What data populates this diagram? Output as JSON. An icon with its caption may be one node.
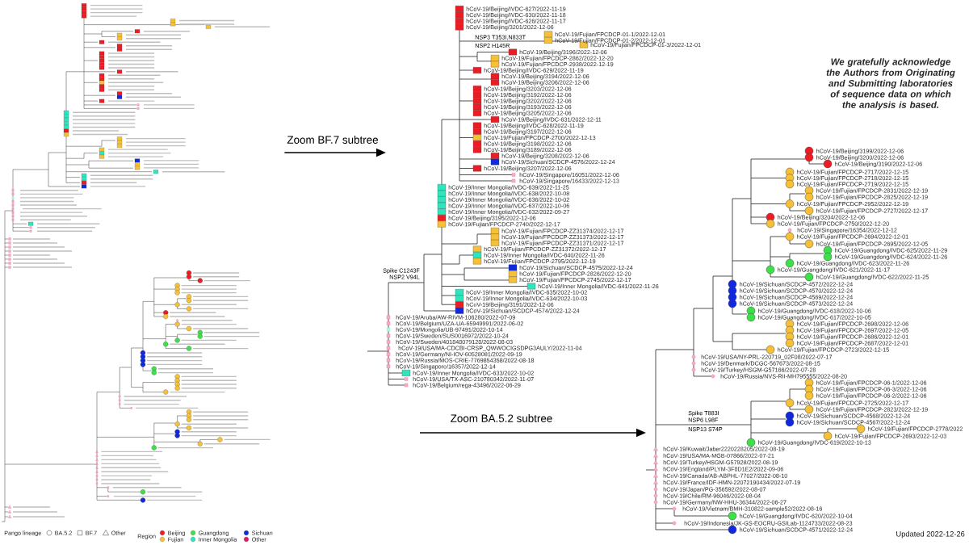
{
  "diagram": {
    "nodes": [
      {
        "text": [],
        "shape": "tree"
      },
      {
        "text": [],
        "shape": "tree"
      },
      {
        "text": [],
        "shape": "tree"
      }
    ],
    "edges": [
      {
        "from": 0,
        "to": 1,
        "arrow": "to",
        "label": "Zoom BF.7 subtree"
      },
      {
        "from": null,
        "to": 2,
        "arrow": "to",
        "label": "Zoom BA.5.2 subtree"
      }
    ],
    "labels": [
      "hCoV-19/Beijing/IVDC-627/2022-11-19",
      "hCoV-19/Beijing/IVDC-630/2022-11-18",
      "hCoV-19/Beijing/IVDC-626/2022-11-17",
      "hCoV-19/Beijing/3201/2022-12-06",
      "hCoV-19/Fujian/FPCDCP-01-1/2022-12-01",
      "NSP3 T353I,N833T",
      "hCoV-19/Fujian/FPCDCP-01-2/2022-12-01",
      "NSP2 H145R",
      "hCoV-19/Fujian/FPCDCP-01-3/2022-12-01",
      "hCoV-19/Beijing/3196/2022-12-06",
      "hCoV-19/Fujian/FPCDCP-2862/2022-12-20",
      "hCoV-19/Fujian/FPCDCP-2938/2022-12-19",
      "hCoV-19/Beijing/IVDC-629/2022-11-19",
      "hCoV-19/Beijing/3194/2022-12-06",
      "hCoV-19/Beijing/3206/2022-12-06",
      "hCoV-19/Beijing/3203/2022-12-06",
      "hCoV-19/Beijing/3192/2022-12-06",
      "hCoV-19/Beijing/3202/2022-12-06",
      "hCoV-19/Beijing/3193/2022-12-06",
      "hCoV-19/Beijing/3205/2022-12-06",
      "hCoV-19/Beijing/IVDC-631/2022-12-11",
      "hCoV-19/Beijing/IVDC-628/2022-11-19",
      "hCoV-19/Beijing/3197/2022-12-06",
      "hCoV-19/Fujian/FPCDCP-2700/2022-12-13",
      "hCoV-19/Beijing/3198/2022-12-06",
      "hCoV-19/Beijing/3189/2022-12-06",
      "hCoV-19/Beijing/3208/2022-12-06",
      "hCoV-19/Sichuan/SCDCP-4576/2022-12-24",
      "hCoV-19/Beijing/3207/2022-12-06",
      "hCoV-19/Singapore/16051/2022-12-06",
      "hCoV-19/Singapore/16433/2022-12-13",
      "hCoV-19/Inner Mongolia/IVDC-639/2022-11-25",
      "hCoV-19/Inner Mongolia/IVDC-638/2022-10-08",
      "hCoV-19/Inner Mongolia/IVDC-636/2022-10-02",
      "hCoV-19/Inner Mongolia/IVDC-637/2022-10-06",
      "hCoV-19/Inner Mongolia/IVDC-632/2022-09-27",
      "hCoV-19/Beijing/3195/2022-12-06",
      "hCoV-19/Fujian/FPCDCP-2740/2022-12-17",
      "hCoV-19/Fujian/FPCDCP-ZZ31374/2022-12-17",
      "hCoV-19/Fujian/FPCDCP-ZZ31373/2022-12-17",
      "hCoV-19/Fujian/FPCDCP-ZZ31371/2022-12-17",
      "hCoV-19/Fujian/FPCDCP-ZZ31372/2022-12-17",
      "hCoV-19/Inner Mongolia/IVDC-640/2022-11-26",
      "hCoV-19/Fujian/FPCDCP-2795/2022-12-19",
      "hCoV-19/Sichuan/SCDCP-4575/2022-12-24",
      "Spike C1243F",
      "hCoV-19/Fujian/FPCDCP-2826/2022-12-20",
      "NSP2 V94L",
      "hCoV-19/Fujian/FPCDCP-2745/2022-12-17",
      "hCoV-19/Inner Mongolia/IVDC-641/2022-11-26",
      "hCoV-19/Inner Mongolia/IVDC-635/2022-10-02",
      "hCoV-19/Inner Mongolia/IVDC-634/2022-10-03",
      "hCoV-19/Beijing/3191/2022-12-06",
      "hCoV-19/Sichuan/SCDCP-4574/2022-12-24",
      "hCoV-19/Aruba/AW-RIVM-106280/2022-07-09",
      "hCoV-19/Belgium/UZA-UA-65949991/2022-06-02",
      "hCoV-19/Mongolia/UB-97491/2022-10-14",
      "hCoV-19/Sweden/SUS0016972/2022-10-24",
      "hCoV-19/Sweden/401848079128/2022-08-03",
      "hCoV-19/USA/MA-CDCBI-CRSP_QWWOCIGSDPG3AULY/2022-11-04",
      "hCoV-19/Germany/NI-IOV-60528081/2022-09-19",
      "hCoV-19/Russia/MOS-CRIE-7769854358/2022-08-18",
      "hCoV-19/Singapore/16357/2022-12-14",
      "hCoV-19/Inner Mongolia/IVDC-633/2022-10-02",
      "hCoV-19/USA/TX-ASC-210780342/2022-11-07",
      "hCoV-19/Belgium/rega-43496/2022-06-29",
      "We gratefully acknowledge the Authors from Originating and Submitting laboratories of sequence data on which the analysis is based.",
      "hCoV-19/Beijing/3199/2022-12-06",
      "hCoV-19/Beijing/3200/2022-12-06",
      "hCoV-19/Beijing/3190/2022-12-06",
      "hCoV-19/Fujian/FPCDCP-2717/2022-12-15",
      "hCoV-19/Fujian/FPCDCP-2718/2022-12-15",
      "hCoV-19/Fujian/FPCDCP-2719/2022-12-15",
      "hCoV-19/Fujian/FPCDCP-2831/2022-12-19",
      "hCoV-19/Fujian/FPCDCP-2825/2022-12-19",
      "hCoV-19/Fujian/FPCDCP-2952/2022-12-19",
      "hCoV-19/Fujian/FPCDCP-2727/2022-12-17",
      "hCoV-19/Beijing/3204/2022-12-06",
      "hCoV-19/Fujian/FPCDCP-2750/2022-12-20",
      "hCoV-19/Singapore/16354/2022-12-12",
      "hCoV-19/Fujian/FPCDCP-2694/2022-12-01",
      "hCoV-19/Fujian/FPCDCP-2695/2022-12-05",
      "hCoV-19/Guangdong/IVDC-625/2022-11-29",
      "hCoV-19/Guangdong/IVDC-624/2022-11-26",
      "hCoV-19/Guangdong/IVDC-623/2022-11-26",
      "hCoV-19/Guangdong/IVDC-621/2022-11-17",
      "hCoV-19/Guangdong/IVDC-622/2022-11-25",
      "hCoV-19/Sichuan/SCDCP-4572/2022-12-24",
      "hCoV-19/Sichuan/SCDCP-4570/2022-12-24",
      "hCoV-19/Sichuan/SCDCP-4569/2022-12-24",
      "hCoV-19/Sichuan/SCDCP-4573/2022-12-24",
      "hCoV-19/Guangdong/IVDC-618/2022-10-06",
      "hCoV-19/Guangdong/IVDC-617/2022-10-05",
      "hCoV-19/Fujian/FPCDCP-2698/2022-12-06",
      "hCoV-19/Fujian/FPCDCP-2697/2022-12-05",
      "hCoV-19/Fujian/FPCDCP-2686/2022-12-01",
      "hCoV-19/Fujian/FPCDCP-2687/2022-12-01",
      "hCoV-19/Fujian/FPCDCP-2723/2022-12-15",
      "hCoV-19/USA/NY-PRL-220719_02F08/2022-07-17",
      "hCoV-19/Denmark/DCGC-567673/2022-08-15",
      "hCoV-19/Turkey/HSGM-G57166/2022-07-28",
      "hCoV-19/Russia/NVS-RII-MH795555/2022-08-20",
      "hCoV-19/Fujian/FPCDCP-06-1/2022-12-06",
      "hCoV-19/Fujian/FPCDCP-06-3/2022-12-06",
      "hCoV-19/Fujian/FPCDCP-06-2/2022-12-06",
      "hCoV-19/Fujian/FPCDCP-2725/2022-12-17",
      "hCoV-19/Fujian/FPCDCP-2823/2022-12-19",
      "Spike T883I",
      "hCoV-19/Sichuan/SCDCP-4568/2022-12-24",
      "NSP6 L98F",
      "hCoV-19/Sichuan/SCDCP-4567/2022-12-24",
      "NSP13 S74P",
      "hCoV-19/Fujian/FPCDCP-2778/2022",
      "hCoV-19/Fujian/FPCDCP-2693/2022-12-03",
      "hCoV-19/Guangdong/IVDC-619/2022-10-13",
      "hCoV-19/Kuwait/Jaber2220228205/2022-08-19",
      "hCoV-19/USA/MA-MGB-07866/2022-07-21",
      "hCoV-19/Turkey/HSGM-G57928/2022-08-19",
      "hCoV-19/England/PLYM-3F8D1E2/2022-09-06",
      "hCoV-19/Canada/AB-ABPHL-77027/2022-08-10",
      "hCoV-19/France/IDF-HMN-22072190434/2022-07-19",
      "hCoV-19/Japan/PG-356592/2022-08-07",
      "hCoV-19/Chile/RM-96046/2022-08-04",
      "hCoV-19/Germany/NW-HHU-36344/2022-06-27",
      "hCoV-19/Vietnam/BMH-310822-sample52/2022-08-16",
      "hCoV-19/Guangdong/IVDC-620/2022-10-04",
      "hCoV-19/Indonesia/JK-GS-EOCRU-GSILab-1124733/2022-08-23",
      "hCoV-19/Sichuan/SCDCP-4571/2022-12-24",
      "Updated 2022-12-26",
      "Pango lineage",
      "Region"
    ],
    "legend": [
      {
        "text": "BA.5.2"
      },
      {
        "text": "BF.7"
      },
      {
        "text": "Other"
      },
      {
        "text": "Beijing",
        "color": "#ED1C24"
      },
      {
        "text": "Fujian",
        "color": "#F7C137"
      },
      {
        "text": "Guangdong",
        "color": "#3EE04A"
      },
      {
        "text": "Inner Mongolia",
        "color": "#2EE6BE"
      },
      {
        "text": "Sichuan",
        "color": "#1028E0"
      },
      {
        "text": "Other",
        "color": "#E3185C"
      }
    ]
  }
}
